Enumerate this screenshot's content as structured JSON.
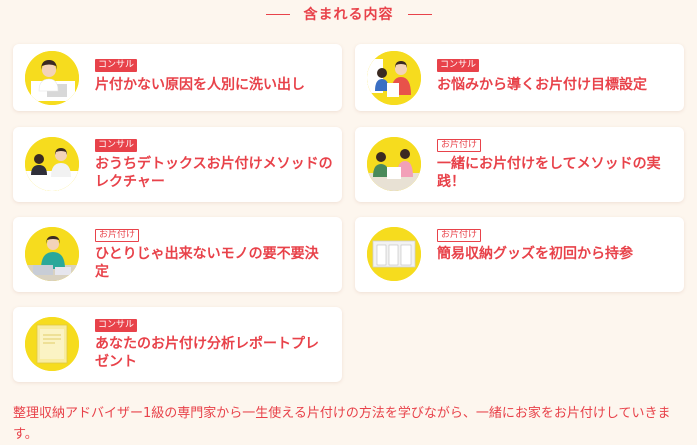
{
  "section": {
    "title": "含まれる内容"
  },
  "items": [
    {
      "badge": "コンサル",
      "badge_style": "solid",
      "text": "片付かない原因を人別に洗い出し",
      "thumb_icon": "woman-at-laptop-photo"
    },
    {
      "badge": "コンサル",
      "badge_style": "solid",
      "text": "お悩みから導くお片付け目標設定",
      "thumb_icon": "women-consulting-photo"
    },
    {
      "badge": "コンサル",
      "badge_style": "solid",
      "text": "おうちデトックスお片付けメソッドのレクチャー",
      "thumb_icon": "women-talking-photo"
    },
    {
      "badge": "お片付け",
      "badge_style": "outline",
      "text": "一緒にお片付けをしてメソッドの実践！",
      "thumb_icon": "women-tidying-photo"
    },
    {
      "badge": "お片付け",
      "badge_style": "outline",
      "text": "ひとりじゃ出来ないモノの要不要決定",
      "thumb_icon": "woman-sorting-clothes-photo"
    },
    {
      "badge": "お片付け",
      "badge_style": "outline",
      "text": "簡易収納グッズを初回から持参",
      "thumb_icon": "storage-goods-photo"
    },
    {
      "badge": "コンサル",
      "badge_style": "solid",
      "text": "あなたのお片付け分析レポートプレゼント",
      "thumb_icon": "report-document-photo"
    }
  ],
  "footer": {
    "text": "整理収納アドバイザー1級の専門家から一生使える片付けの方法を学びながら、一緒にお家をお片付けしていきます。"
  },
  "colors": {
    "accent": "#e8424a",
    "thumb_bg": "#f6dc1e",
    "page_bg": "#fdf6ee",
    "card_bg": "#ffffff"
  }
}
